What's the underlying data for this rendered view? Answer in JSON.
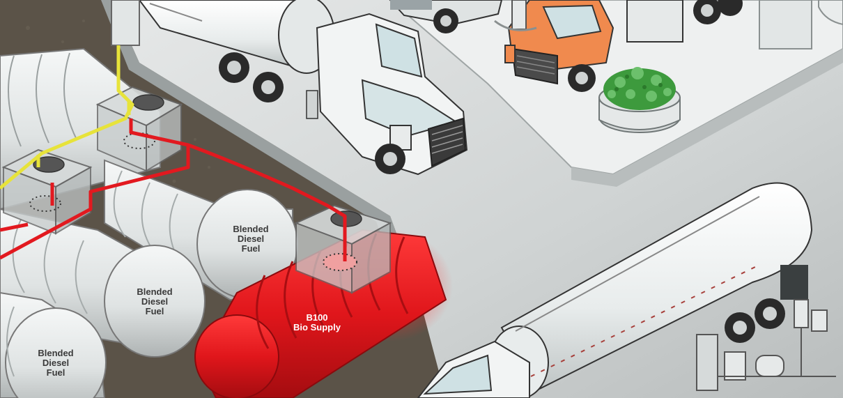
{
  "labels": {
    "tank_top_right": [
      "Blended",
      "Diesel",
      "Fuel"
    ],
    "tank_middle": [
      "Blended",
      "Diesel",
      "Fuel"
    ],
    "tank_bottom_left": [
      "Blended",
      "Diesel",
      "Fuel"
    ],
    "tank_bio": [
      "B100",
      "Bio Supply"
    ]
  },
  "colors": {
    "soil": "#5b5348",
    "pavement": "#d8dcdc",
    "tank_white": "#e9ecec",
    "tank_red": "#e0161b",
    "pipe_red": "#e2191f",
    "pipe_yellow": "#e7e33a",
    "truck_orange": "#f08a4e",
    "plant_green": "#3d9a3d"
  }
}
